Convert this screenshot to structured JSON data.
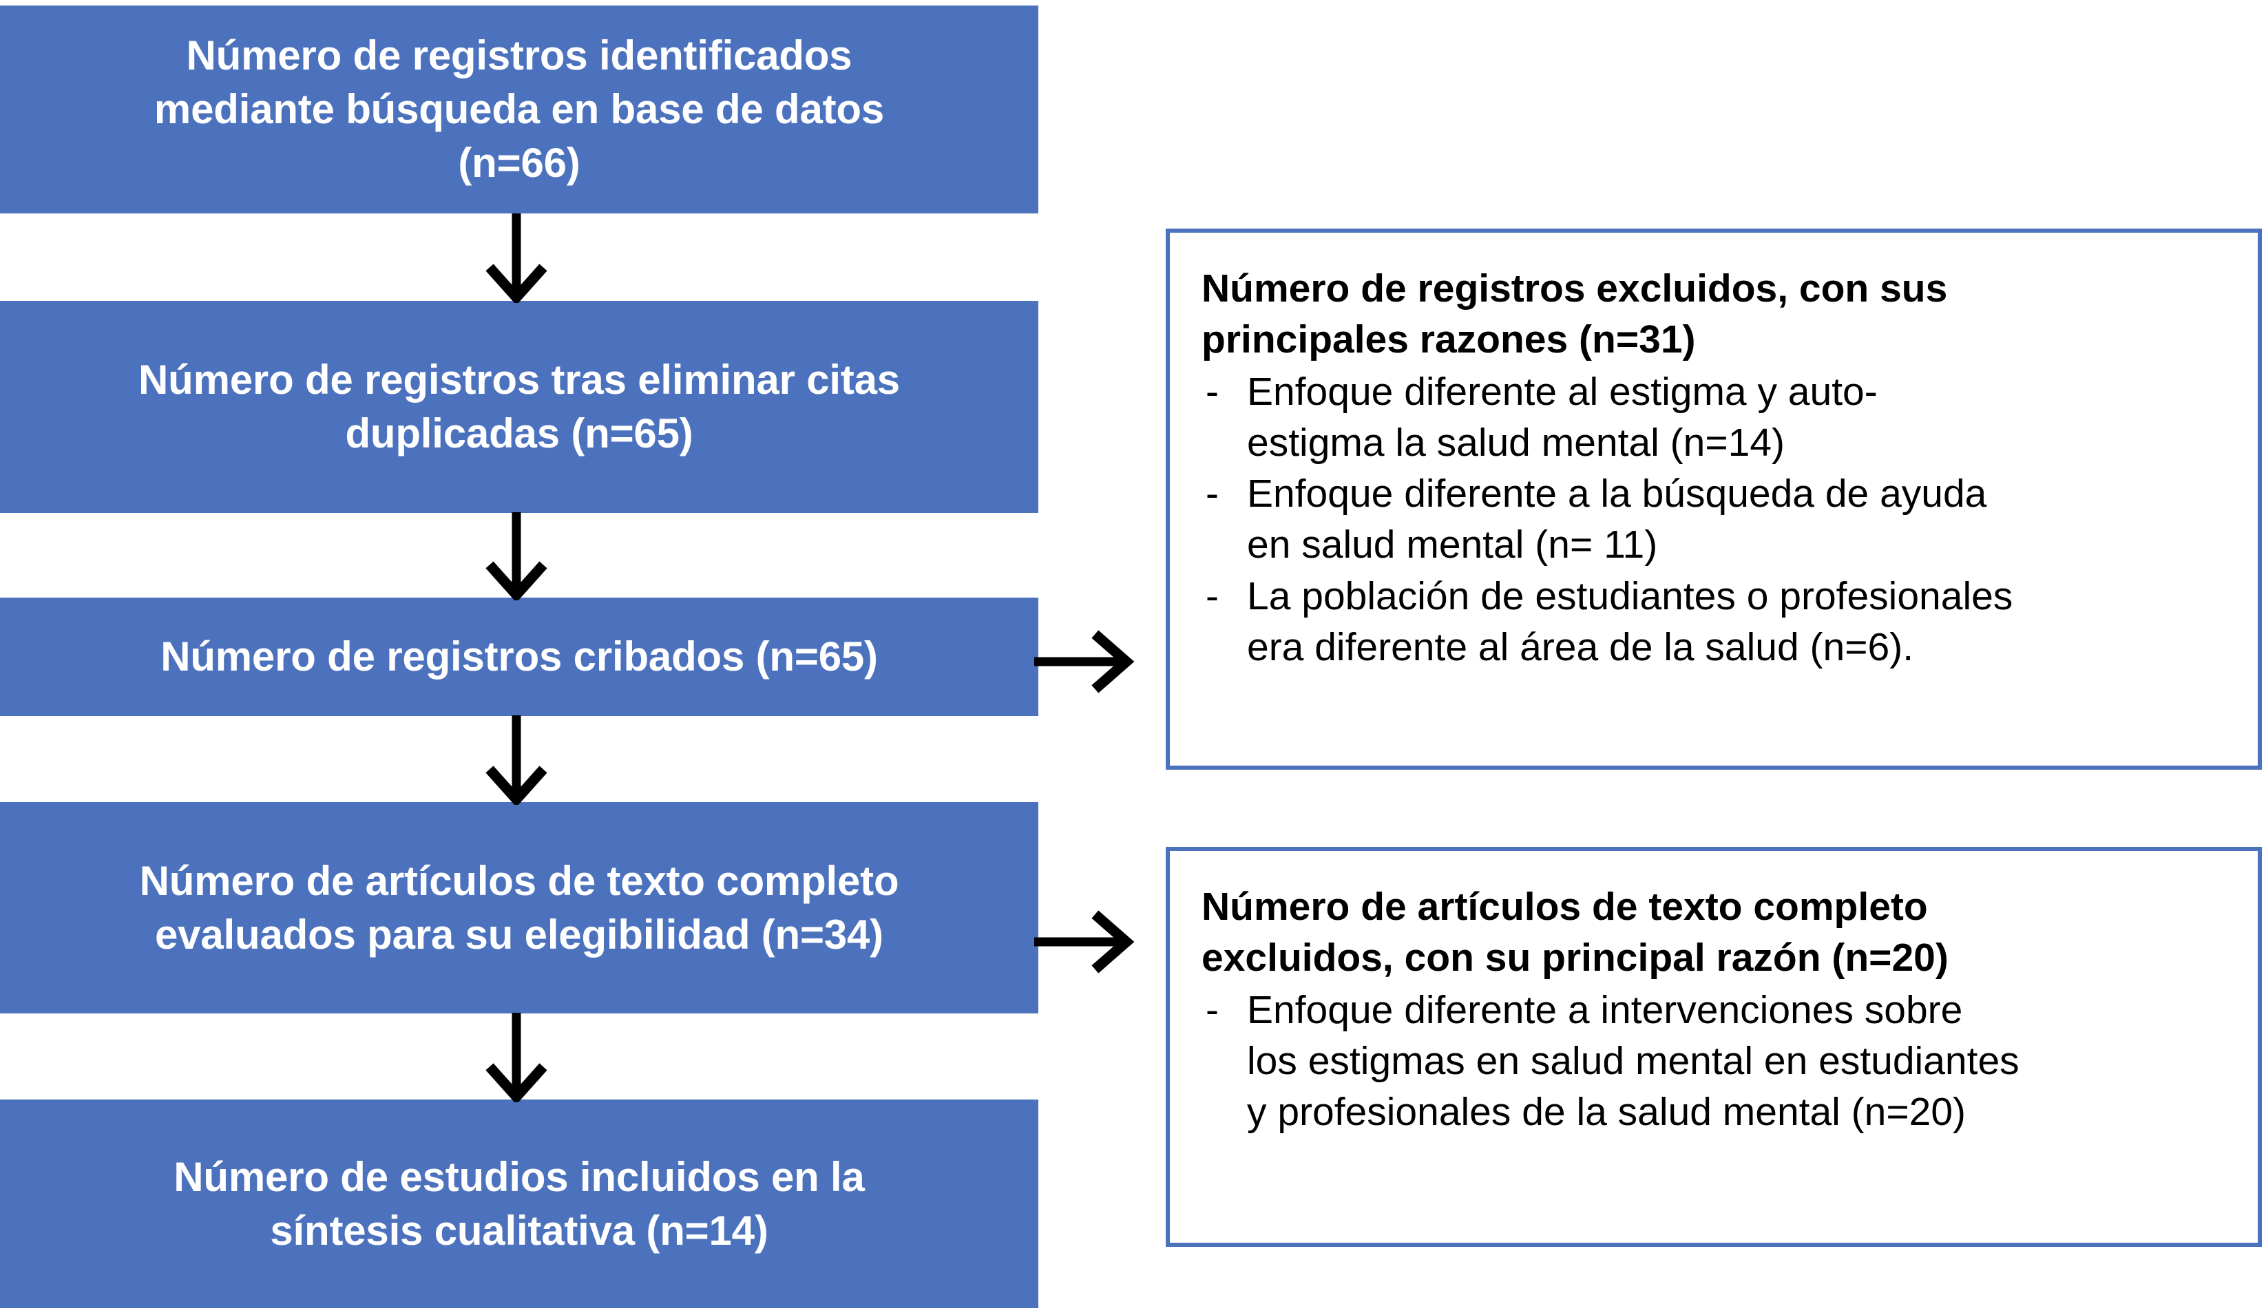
{
  "diagram": {
    "type": "prisma-flow-diagram",
    "language": "es",
    "colors": {
      "box_fill": "#4C72BD",
      "box_text": "#FFFFFF",
      "exclusion_border": "#4C72BD",
      "exclusion_text": "#000000",
      "arrow": "#000000",
      "background": "#FFFFFF"
    },
    "flow_boxes": [
      {
        "id": "identificados",
        "line1": "Número de registros identificados",
        "line2": "mediante búsqueda en base de datos",
        "line3": "(n=66)",
        "n": 66
      },
      {
        "id": "duplicados",
        "line1": "Número de registros tras eliminar citas",
        "line2": "duplicadas (n=65)",
        "n": 65
      },
      {
        "id": "cribados",
        "line1": "Número de registros cribados (n=65)",
        "n": 65
      },
      {
        "id": "elegibilidad",
        "line1": "Número de artículos de texto completo",
        "line2": "evaluados para su elegibilidad (n=34)",
        "n": 34
      },
      {
        "id": "sintesis",
        "line1": "Número de estudios incluidos en la",
        "line2": "síntesis cualitativa (n=14)",
        "n": 14
      }
    ],
    "exclusion_boxes": [
      {
        "id": "excluded-records",
        "title_line1": "Número de registros excluidos, con sus",
        "title_line2": "principales razones (n=31)",
        "n": 31,
        "dash": "-",
        "reasons": [
          {
            "line1": "Enfoque diferente al estigma y auto-",
            "line2": "estigma  la salud mental (n=14)",
            "n": 14
          },
          {
            "line1": "Enfoque diferente a la búsqueda de ayuda",
            "line2": "en salud mental (n= 11)",
            "n": 11
          },
          {
            "line1": "La población de estudiantes o profesionales",
            "line2": "era diferente al área de la salud (n=6).",
            "n": 6
          }
        ]
      },
      {
        "id": "excluded-fulltext",
        "title_line1": "Número de artículos de texto completo",
        "title_line2": "excluidos, con su principal razón (n=20)",
        "n": 20,
        "dash": "-",
        "reasons": [
          {
            "line1": "Enfoque diferente a intervenciones sobre",
            "line2": "los estigmas en salud mental en estudiantes",
            "line3": "y profesionales de la salud mental (n=20)",
            "n": 20
          }
        ]
      }
    ],
    "arrows": [
      {
        "id": "arrow-1-2",
        "direction": "down",
        "from": "identificados",
        "to": "duplicados"
      },
      {
        "id": "arrow-2-3",
        "direction": "down",
        "from": "duplicados",
        "to": "cribados"
      },
      {
        "id": "arrow-3-4",
        "direction": "down",
        "from": "cribados",
        "to": "elegibilidad"
      },
      {
        "id": "arrow-4-5",
        "direction": "down",
        "from": "elegibilidad",
        "to": "sintesis"
      },
      {
        "id": "arrow-cribados-excluded",
        "direction": "right",
        "from": "cribados",
        "to": "excluded-records"
      },
      {
        "id": "arrow-elegibilidad-excluded",
        "direction": "right",
        "from": "elegibilidad",
        "to": "excluded-fulltext"
      }
    ]
  }
}
